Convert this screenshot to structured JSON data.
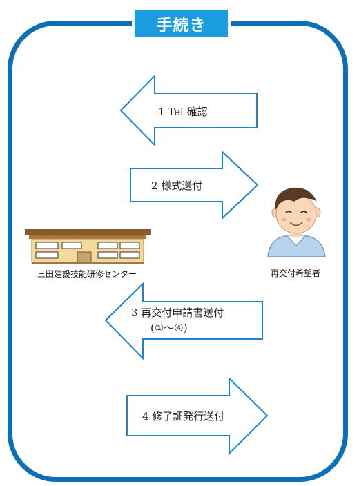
{
  "title": "手続き",
  "parties": {
    "left": "三田建設技能研修センター",
    "right": "再交付希望者"
  },
  "steps": [
    {
      "label": "1 Tel 確認",
      "direction": "left"
    },
    {
      "label": "2 様式送付",
      "direction": "right"
    },
    {
      "label": "3 再交付申請書送付",
      "sublabel": "(①～④)",
      "direction": "left"
    },
    {
      "label": "4 修了証発行送付",
      "direction": "right"
    }
  ],
  "colors": {
    "frame": "#0d6fb8",
    "title_bg": "#1c9ce0",
    "arrow_stroke": "#1b84cc",
    "arrow_fill": "#ffffff",
    "building_wall": "#f3d99a",
    "building_roof": "#8a5a2b"
  },
  "icons": {
    "building": "building-icon",
    "person": "person-icon"
  }
}
